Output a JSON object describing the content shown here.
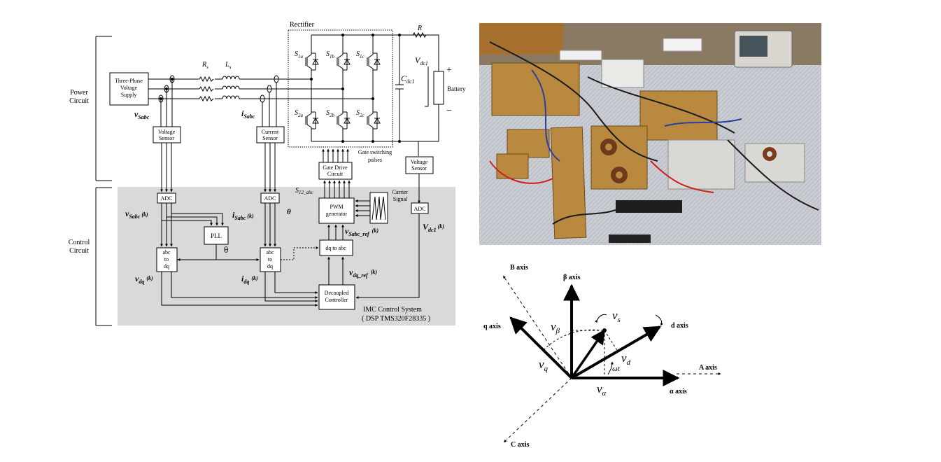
{
  "schematic": {
    "power_circuit": "Power\nCircuit",
    "control_circuit": "Control\nCircuit",
    "supply": "Three-Phase\nVoltage\nSupply",
    "rectifier": "Rectifier",
    "rs_sym": "R",
    "rs_sub": "s",
    "ls_sym": "L",
    "ls_sub": "s",
    "r_load": "R",
    "vdc1_sym": "V",
    "vdc1_sub": "dc1",
    "cdc1_sym": "C",
    "cdc1_sub": "dc1",
    "plus": "+",
    "minus": "−",
    "battery": "Battery",
    "vsabc_sym": "v",
    "vsabc_sub": "Sabc",
    "isabc_sym": "i",
    "isabc_sub": "Sabc",
    "voltage_sensor": "Voltage\nSensor",
    "current_sensor": "Current\nSensor",
    "voltage_sensor_dc": "Voltage\nSensor",
    "gate_pulses": "Gate switching\npulses",
    "gate_drive": "Gate Drive\nCircuit",
    "adc": "ADC",
    "s12abc": "S",
    "s12abc_sub": "12_abc",
    "carrier": "Carrier\nSignal",
    "pwm": "PWM\ngenerator",
    "vsabc_k_sym": "v",
    "vsabc_k_sub": "Sabc",
    "vsabc_k_arg": "(k)",
    "isabc_k_sym": "i",
    "isabc_k_sub": "Sabc",
    "isabc_k_arg": "(k)",
    "theta_i": "θ",
    "theta": "θ",
    "pll": "PLL",
    "vdc1_k_sym": "V",
    "vdc1_k_sub": "dc1",
    "vdc1_k_arg": "(k)",
    "vsabc_ref_sym": "v",
    "vsabc_ref_sub": "Sabc_ref",
    "vsabc_ref_arg": "(k)",
    "dq_to_abc": "dq to abc",
    "abc_to_dq": "abc\nto\ndq",
    "vdq_sym": "v",
    "vdq_sub": "dq",
    "vdq_arg": "(k)",
    "idq_sym": "i",
    "idq_sub": "dq",
    "idq_arg": "(k)",
    "vdq_ref_sym": "v",
    "vdq_ref_sub": "dq_ref",
    "vdq_ref_arg": "(k)",
    "decoupled": "Decoupled\nController",
    "imc_title": "IMC Control System",
    "imc_dsp": "( DSP TMS320F28335 )",
    "switches": [
      {
        "sym": "S",
        "sub": "1a"
      },
      {
        "sym": "S",
        "sub": "1b"
      },
      {
        "sym": "S",
        "sub": "1c"
      },
      {
        "sym": "S",
        "sub": "2a"
      },
      {
        "sym": "S",
        "sub": "2b"
      },
      {
        "sym": "S",
        "sub": "2c"
      }
    ]
  },
  "vector": {
    "b_axis": "B axis",
    "beta_axis": "β axis",
    "q_axis": "q axis",
    "d_axis": "d axis",
    "a_axis": "A axis",
    "alpha_axis": "α axis",
    "c_axis": "C axis",
    "vs_sym": "v",
    "vs_sub": "s",
    "vbeta_sym": "v",
    "vbeta_sub": "β",
    "vq_sym": "v",
    "vq_sub": "q",
    "vd_sym": "v",
    "vd_sub": "d",
    "valpha_sym": "v",
    "valpha_sub": "α",
    "wt": "ωt"
  },
  "colors": {
    "control_panel": "#d9d9d9",
    "pcb": "#b8893f",
    "bench": "#c9ccd2"
  }
}
